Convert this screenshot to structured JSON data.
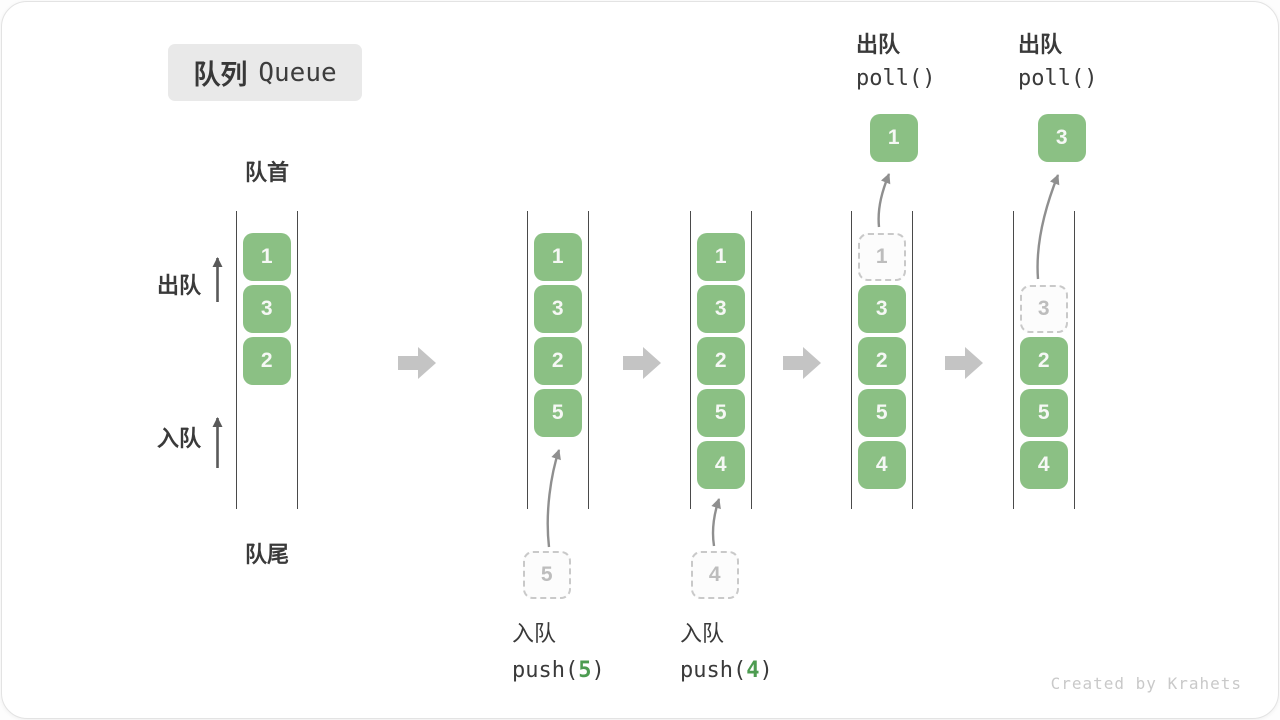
{
  "title": {
    "zh": "队列",
    "en": "Queue"
  },
  "side_labels": {
    "front": "队首",
    "rear": "队尾",
    "dequeue": "出队",
    "enqueue": "入队"
  },
  "queues": [
    {
      "name": "state-initial",
      "slots": [
        {
          "v": "1",
          "t": "filled"
        },
        {
          "v": "3",
          "t": "filled"
        },
        {
          "v": "2",
          "t": "filled"
        }
      ]
    },
    {
      "name": "state-after-push-5",
      "slots": [
        {
          "v": "1",
          "t": "filled"
        },
        {
          "v": "3",
          "t": "filled"
        },
        {
          "v": "2",
          "t": "filled"
        },
        {
          "v": "5",
          "t": "filled"
        }
      ],
      "pending": "5",
      "footer": {
        "label": "入队",
        "fn_pre": "push(",
        "fn_num": "5",
        "fn_post": ")"
      }
    },
    {
      "name": "state-after-push-4",
      "slots": [
        {
          "v": "1",
          "t": "filled"
        },
        {
          "v": "3",
          "t": "filled"
        },
        {
          "v": "2",
          "t": "filled"
        },
        {
          "v": "5",
          "t": "filled"
        },
        {
          "v": "4",
          "t": "filled"
        }
      ],
      "pending": "4",
      "footer": {
        "label": "入队",
        "fn_pre": "push(",
        "fn_num": "4",
        "fn_post": ")"
      }
    },
    {
      "name": "state-after-poll-1",
      "slots": [
        {
          "v": "1",
          "t": "dashed"
        },
        {
          "v": "3",
          "t": "filled"
        },
        {
          "v": "2",
          "t": "filled"
        },
        {
          "v": "5",
          "t": "filled"
        },
        {
          "v": "4",
          "t": "filled"
        }
      ],
      "header": {
        "label": "出队",
        "fn": "poll()"
      },
      "popped": "1"
    },
    {
      "name": "state-after-poll-3",
      "slots": [
        {
          "t": "empty"
        },
        {
          "v": "3",
          "t": "dashed"
        },
        {
          "v": "2",
          "t": "filled"
        },
        {
          "v": "5",
          "t": "filled"
        },
        {
          "v": "4",
          "t": "filled"
        }
      ],
      "header": {
        "label": "出队",
        "fn": "poll()"
      },
      "popped": "3"
    }
  ],
  "watermark": "Created by Krahets",
  "colors": {
    "cell_green": "#8BC084",
    "accent_green": "#4D9C51",
    "block_arrow_gray": "#C4C4C4"
  }
}
